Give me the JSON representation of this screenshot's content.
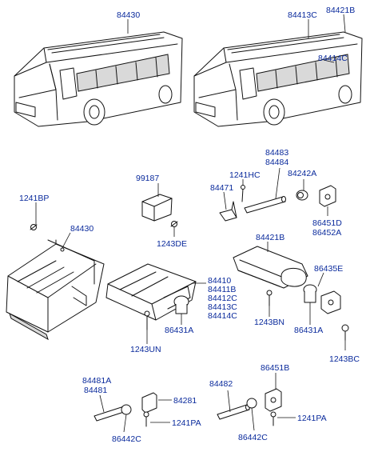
{
  "bus_left": {
    "label": "84430"
  },
  "bus_right": {
    "labels": [
      "84413C",
      "84421B",
      "84414C"
    ]
  },
  "callouts": {
    "c99187": "99187",
    "c1241HC": "1241HC",
    "c84483": "84483",
    "c84484": "84484",
    "c84242A": "84242A",
    "c1241BP": "1241BP",
    "c84471": "84471",
    "c86451D": "86451D",
    "c86452A": "86452A",
    "c1243DE": "1243DE",
    "c84430_rail": "84430",
    "c84421B_rail": "84421B",
    "c86435E": "86435E",
    "c84410": "84410",
    "c84411B": "84411B",
    "c84412C": "84412C",
    "c84413C": "84413C",
    "c84414C": "84414C",
    "c86431A_mid": "86431A",
    "c1243BN": "1243BN",
    "c86431A_right": "86431A",
    "c1243UN": "1243UN",
    "c1243BC": "1243BC",
    "c84481A": "84481A",
    "c84481": "84481",
    "c84281": "84281",
    "c1241PA_left": "1241PA",
    "c86442C_left": "86442C",
    "c84482": "84482",
    "c86451B": "86451B",
    "c1241PA_right": "1241PA",
    "c86442C_right": "86442C"
  }
}
